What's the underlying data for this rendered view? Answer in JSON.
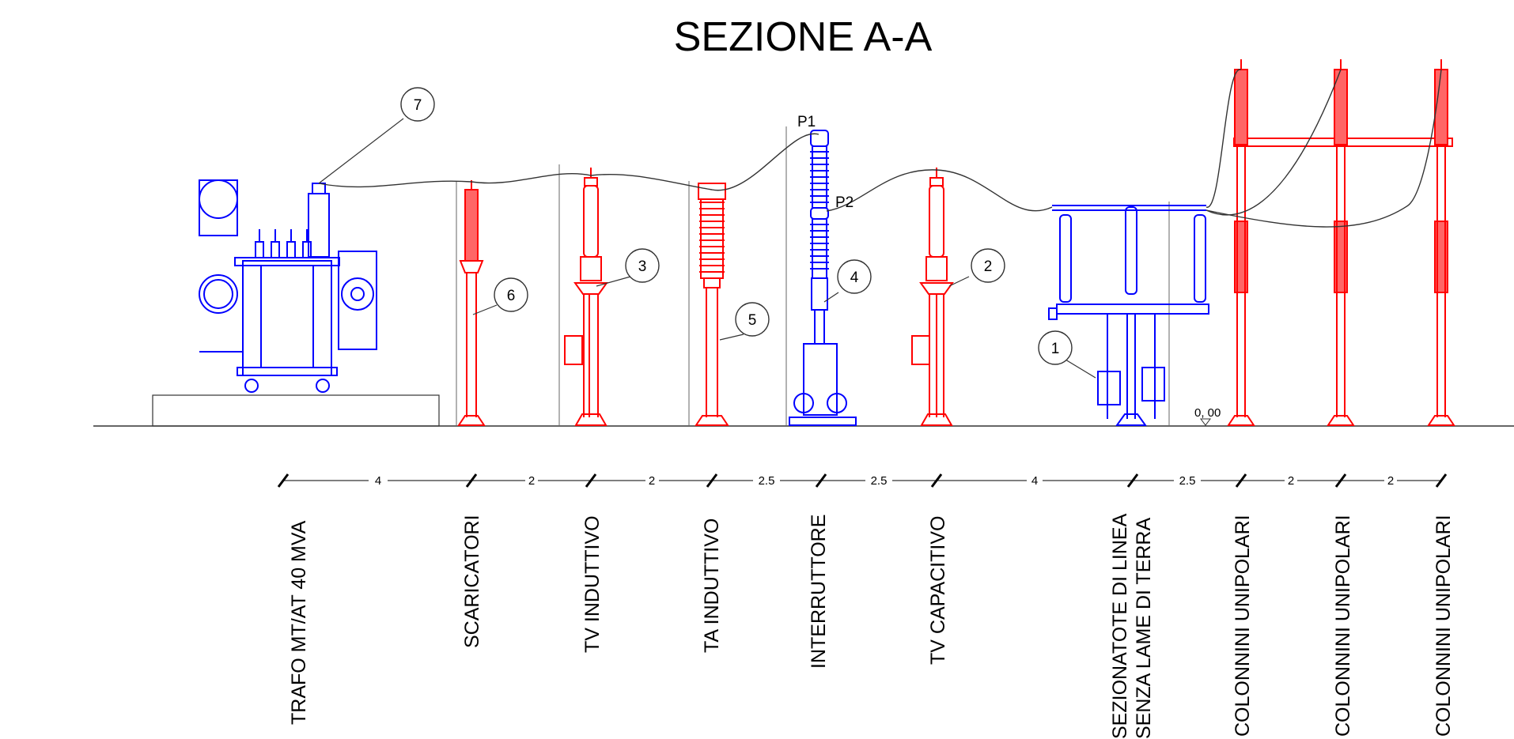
{
  "title": "SEZIONE A-A",
  "colors": {
    "equipment_red": "#ff0000",
    "equipment_blue": "#0000ff",
    "line": "#333333"
  },
  "equipment_labels": [
    "TRAFO MT/AT 40 MVA",
    "SCARICATORI",
    "TV INDUTTIVO",
    "TA INDUTTIVO",
    "INTERRUTTORE",
    "TV CAPACITIVO",
    "SEZIONATOTE DI LINEA",
    "SENZA LAME DI TERRA",
    "COLONNINI UNIPOLARI",
    "COLONNINI UNIPOLARI",
    "COLONNINI UNIPOLARI"
  ],
  "dimensions": [
    "4",
    "2",
    "2",
    "2.5",
    "2.5",
    "4",
    "2.5",
    "2",
    "2"
  ],
  "callouts": [
    "1",
    "2",
    "3",
    "4",
    "5",
    "6",
    "7"
  ],
  "points": {
    "p1": "P1",
    "p2": "P2"
  },
  "level_mark": "0, 00"
}
